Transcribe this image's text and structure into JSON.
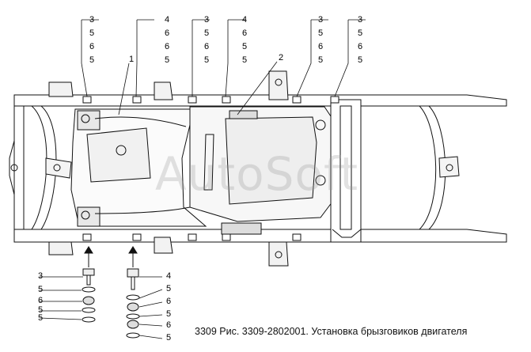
{
  "caption": "3309 Рис. 3309-2802001. Установка брызговиков двигателя",
  "watermark": "AutoSoft",
  "callout_stacks": [
    {
      "items": [
        "3",
        "5",
        "6",
        "5"
      ]
    },
    {
      "items": [
        "4",
        "6",
        "6",
        "5"
      ]
    },
    {
      "items": [
        "3",
        "5",
        "6",
        "5"
      ]
    },
    {
      "items": [
        "4",
        "6",
        "5",
        "5"
      ]
    },
    {
      "items": [
        "3",
        "5",
        "6",
        "5"
      ]
    },
    {
      "items": [
        "3",
        "5",
        "6",
        "5"
      ]
    }
  ],
  "part_callouts": [
    "1",
    "2"
  ],
  "bolt_stack_left": [
    "3",
    "5",
    "6",
    "5",
    "5"
  ],
  "bolt_stack_right": [
    "4",
    "5",
    "6",
    "5",
    "6",
    "5"
  ]
}
